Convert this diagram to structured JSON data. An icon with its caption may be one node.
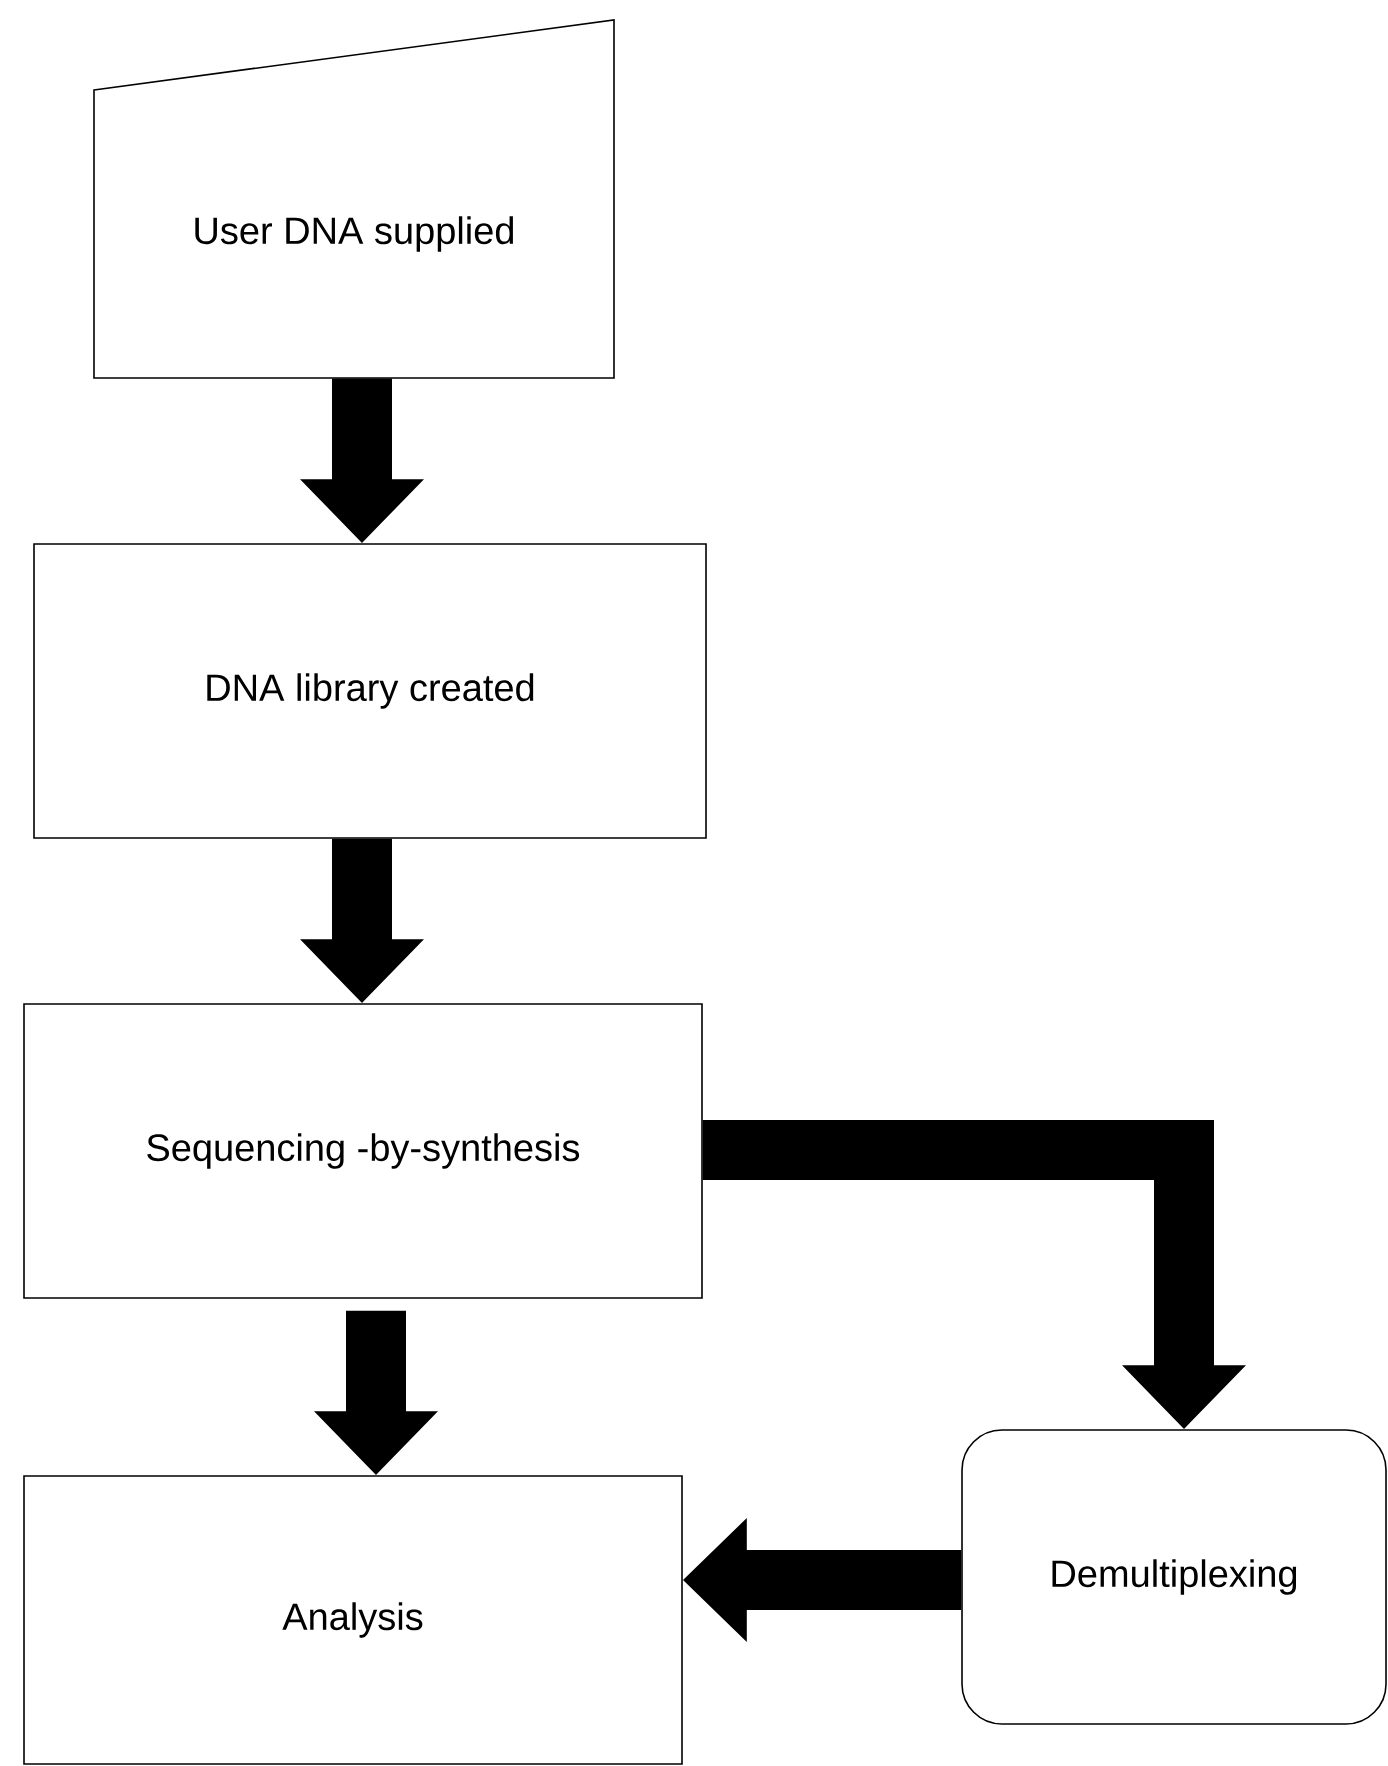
{
  "diagram": {
    "nodes": [
      {
        "text": [
          "User DNA supplied"
        ]
      },
      {
        "text": [
          "DNA library created"
        ]
      },
      {
        "text": [
          "Sequencing -by-synthesis"
        ]
      },
      {
        "text": [
          "Analysis"
        ]
      },
      {
        "text": [
          "Demultiplexing"
        ]
      }
    ],
    "edges": [
      {
        "from": 0,
        "to": 1,
        "arrow": "to"
      },
      {
        "from": 1,
        "to": 2,
        "arrow": "to"
      },
      {
        "from": 2,
        "to": 3,
        "arrow": "to"
      },
      {
        "from": 2,
        "to": 4,
        "arrow": "to"
      },
      {
        "from": 4,
        "to": 3,
        "arrow": "to"
      }
    ]
  }
}
